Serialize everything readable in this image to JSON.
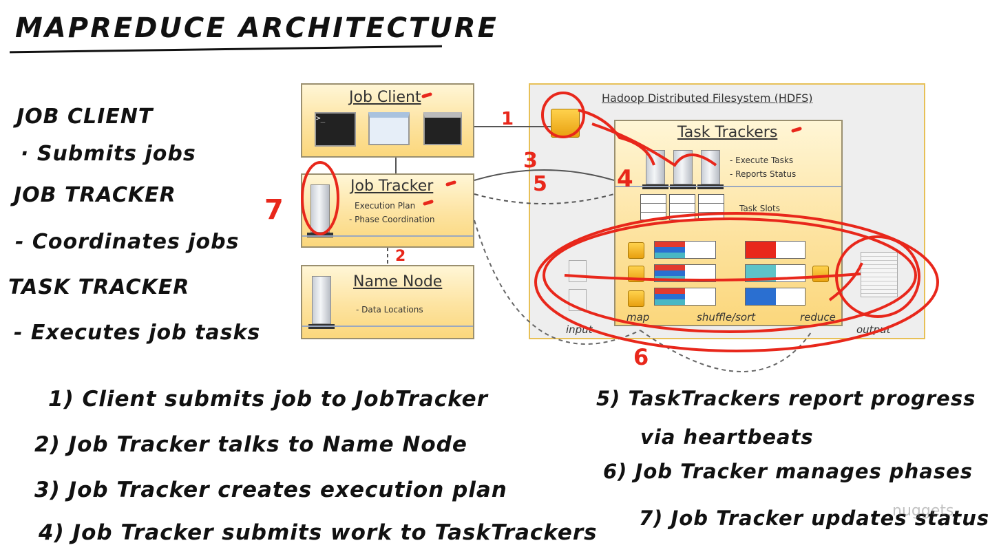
{
  "title": "MAPREDUCE ARCHITECTURE",
  "left_notes": [
    "JOB CLIENT",
    "· Submits jobs",
    "JOB TRACKER",
    "- Coordinates jobs",
    "TASK TRACKER",
    "- Executes job tasks"
  ],
  "job_client": {
    "title": "Job Client"
  },
  "job_tracker": {
    "title": "Job Tracker",
    "items": [
      "Execution Plan",
      "- Phase Coordination"
    ]
  },
  "name_node": {
    "title": "Name Node",
    "items": [
      "- Data Locations"
    ]
  },
  "hdfs": {
    "title": "Hadoop Distributed Filesystem (HDFS)"
  },
  "task_trackers": {
    "title": "Task Trackers",
    "items": [
      "- Execute Tasks",
      "- Reports Status"
    ],
    "slots_label": "Task Slots"
  },
  "phases": {
    "map": "map",
    "shuffle": "shuffle/sort",
    "reduce": "reduce",
    "input": "input",
    "output": "output"
  },
  "annotations": [
    "1",
    "2",
    "3",
    "4",
    "5",
    "6",
    "7"
  ],
  "steps_left": [
    "1) Client submits job to JobTracker",
    "2) Job Tracker talks to Name Node",
    "3) Job Tracker creates execution plan",
    "4) Job Tracker submits work to TaskTrackers"
  ],
  "steps_right": [
    "5) TaskTrackers report progress",
    "via heartbeats",
    "6) Job Tracker manages phases",
    "7) Job Tracker updates status"
  ],
  "watermark": "nuggets",
  "colors": {
    "annotation_red": "#e8271b",
    "panel_yellow": "#fde3a0"
  }
}
